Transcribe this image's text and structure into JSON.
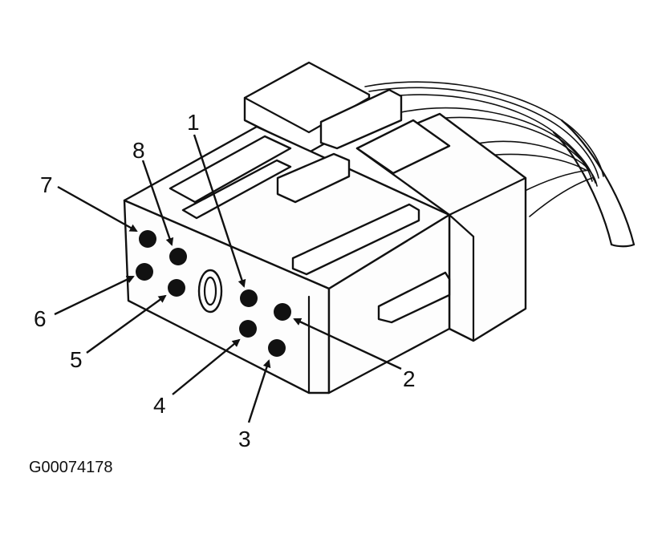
{
  "diagram": {
    "figure_id": "G00074178",
    "pin_labels": [
      "1",
      "2",
      "3",
      "4",
      "5",
      "6",
      "7",
      "8"
    ]
  },
  "colors": {
    "ink": "#111111",
    "paper": "#ffffff"
  }
}
